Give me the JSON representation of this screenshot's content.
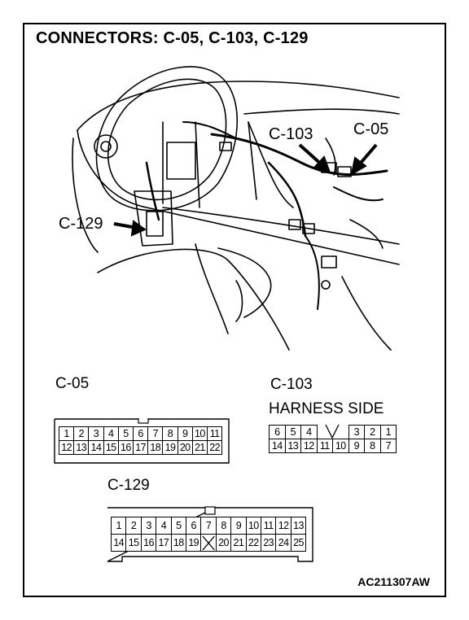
{
  "title": "CONNECTORS: C-05, C-103, C-129",
  "diagram_callouts": {
    "c103": "C-103",
    "c05": "C-05",
    "c129": "C-129"
  },
  "connectors": {
    "c05": {
      "name": "C-05",
      "rows": [
        [
          "1",
          "2",
          "3",
          "4",
          "5",
          "6",
          "7",
          "8",
          "9",
          "10",
          "11"
        ],
        [
          "12",
          "13",
          "14",
          "15",
          "16",
          "17",
          "18",
          "19",
          "20",
          "21",
          "22"
        ]
      ]
    },
    "c103": {
      "name": "C-103",
      "side": "HARNESS SIDE",
      "rows": [
        [
          "6",
          "5",
          "4",
          "",
          "3",
          "2",
          "1"
        ],
        [
          "14",
          "13",
          "12",
          "11",
          "10",
          "9",
          "8",
          "7"
        ]
      ]
    },
    "c129": {
      "name": "C-129",
      "rows": [
        [
          "1",
          "2",
          "3",
          "4",
          "5",
          "6",
          "7",
          "8",
          "9",
          "10",
          "11",
          "12",
          "13"
        ],
        [
          "14",
          "15",
          "16",
          "17",
          "18",
          "19",
          "",
          "20",
          "21",
          "22",
          "23",
          "24",
          "25"
        ]
      ]
    }
  },
  "figure_code": "AC211307AW"
}
